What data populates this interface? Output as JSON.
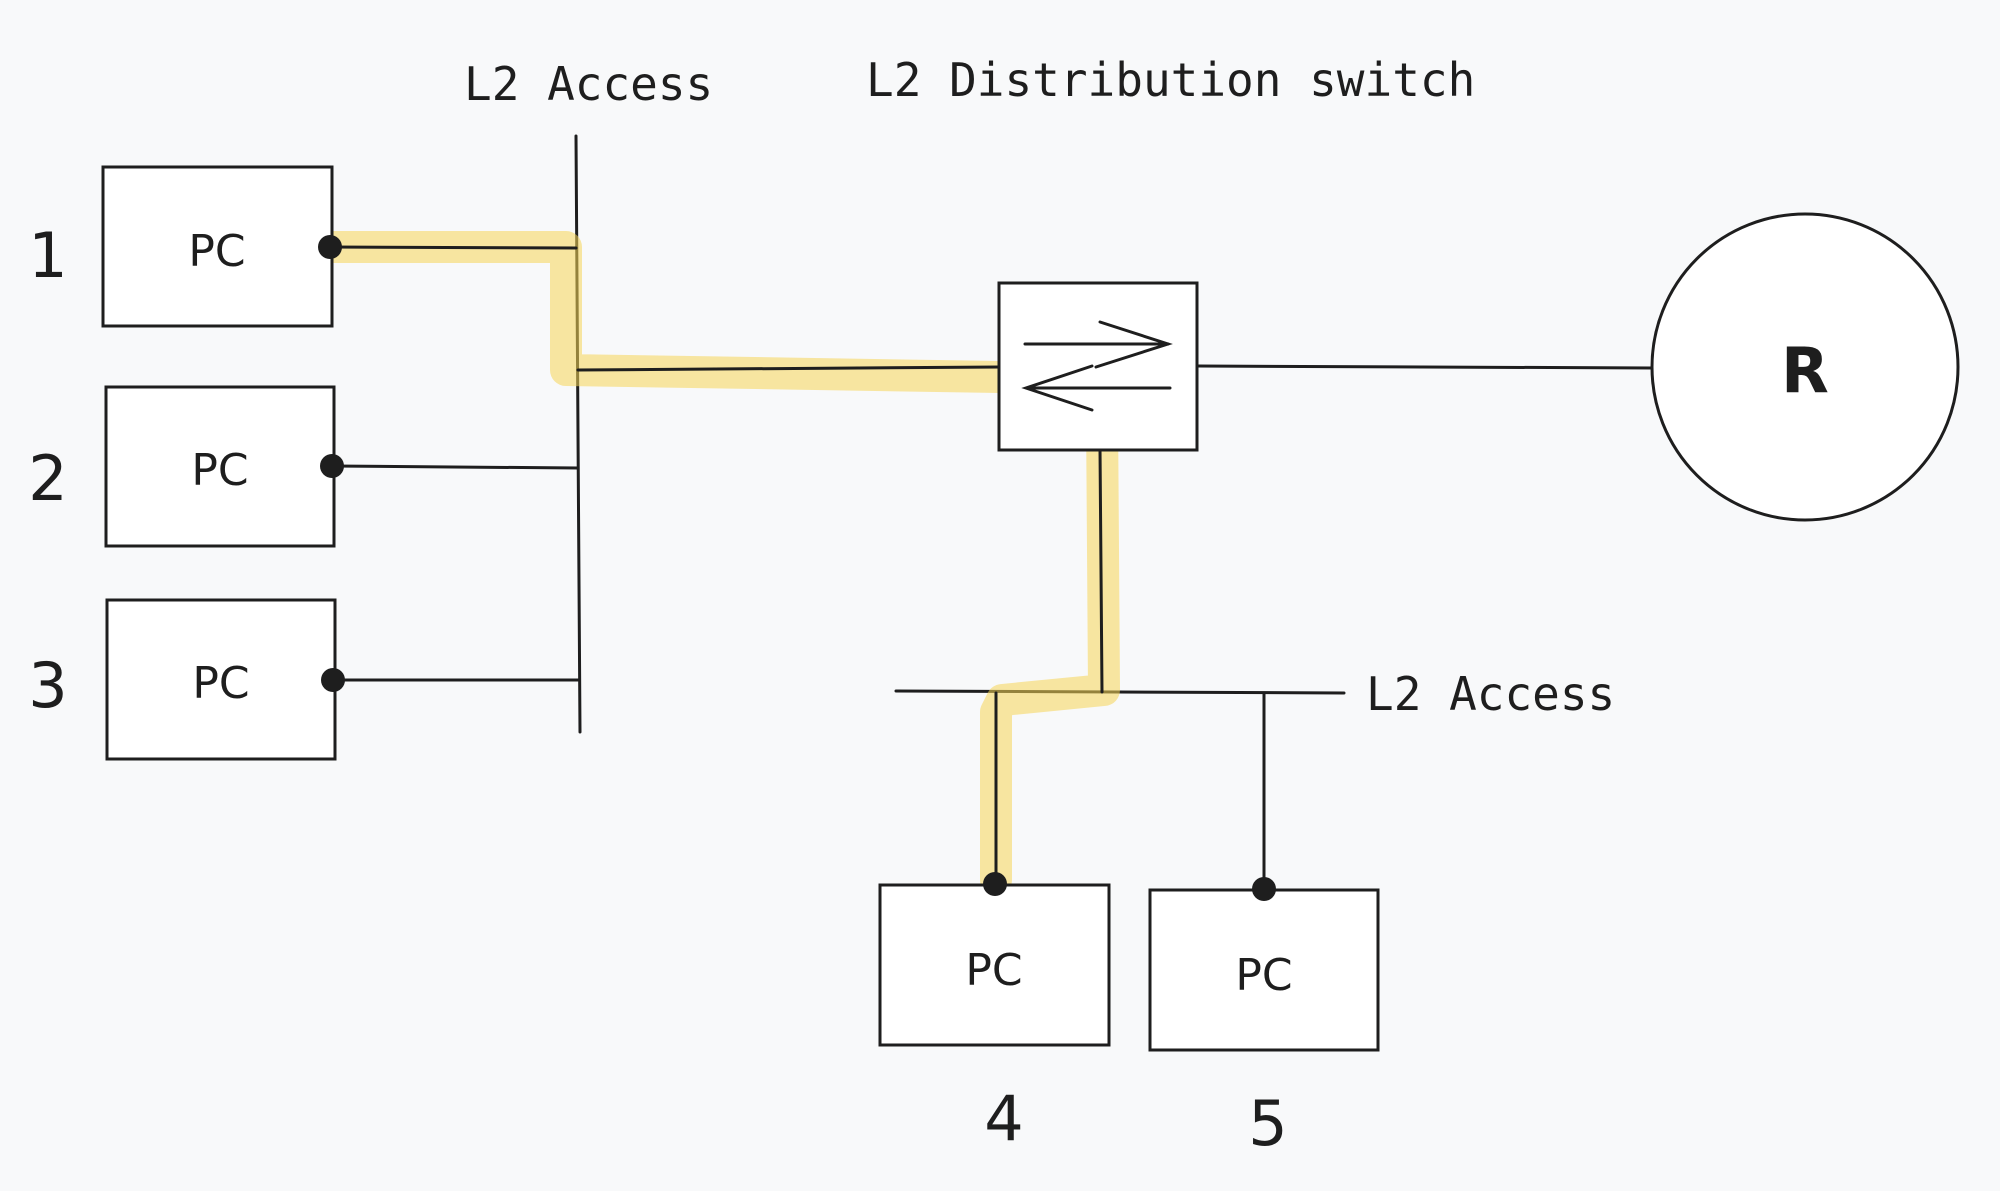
{
  "labels": {
    "access_top": "L2 Access",
    "distribution": "L2 Distribution switch",
    "access_bottom": "L2 Access"
  },
  "router": {
    "label": "R"
  },
  "pcs": [
    {
      "label": "PC",
      "number": "1"
    },
    {
      "label": "PC",
      "number": "2"
    },
    {
      "label": "PC",
      "number": "3"
    },
    {
      "label": "PC",
      "number": "4"
    },
    {
      "label": "PC",
      "number": "5"
    }
  ],
  "colors": {
    "background": "#f8f9fa",
    "stroke": "#1e1e1e",
    "highlight_path": "#f5d555"
  },
  "icons": {
    "switch": "bidirectional-arrows-icon"
  },
  "highlighted_path": "PC 1 to PC 4 via L2 Distribution switch"
}
